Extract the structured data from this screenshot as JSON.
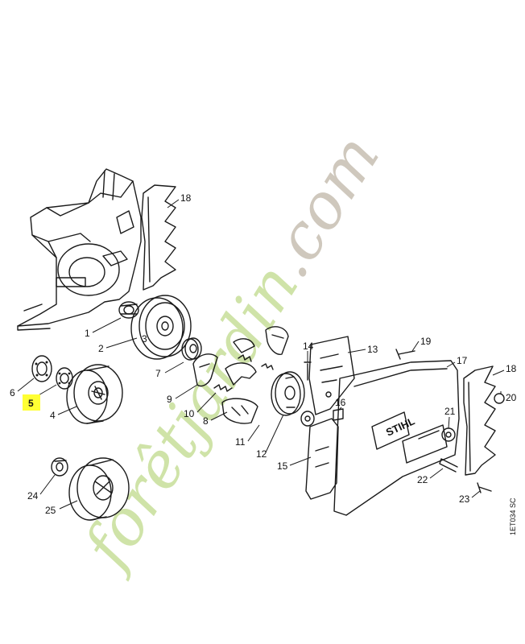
{
  "callouts": [
    {
      "id": "c18a",
      "text": "18"
    },
    {
      "id": "c1",
      "text": "1"
    },
    {
      "id": "c2",
      "text": "2"
    },
    {
      "id": "c3",
      "text": "3"
    },
    {
      "id": "c6",
      "text": "6"
    },
    {
      "id": "c5",
      "text": "5"
    },
    {
      "id": "c4",
      "text": "4"
    },
    {
      "id": "c7",
      "text": "7"
    },
    {
      "id": "c9",
      "text": "9"
    },
    {
      "id": "c10",
      "text": "10"
    },
    {
      "id": "c8",
      "text": "8"
    },
    {
      "id": "c11",
      "text": "11"
    },
    {
      "id": "c12",
      "text": "12"
    },
    {
      "id": "c14",
      "text": "14"
    },
    {
      "id": "c13",
      "text": "13"
    },
    {
      "id": "c19",
      "text": "19"
    },
    {
      "id": "c17",
      "text": "17"
    },
    {
      "id": "c18b",
      "text": "18"
    },
    {
      "id": "c16",
      "text": "16"
    },
    {
      "id": "c20",
      "text": "20"
    },
    {
      "id": "c21",
      "text": "21"
    },
    {
      "id": "c15",
      "text": "15"
    },
    {
      "id": "c22",
      "text": "22"
    },
    {
      "id": "c23",
      "text": "23"
    },
    {
      "id": "c24",
      "text": "24"
    },
    {
      "id": "c25",
      "text": "25"
    }
  ],
  "highlighted_callout": "5",
  "highlight_color": "#ffff33",
  "brand_label": "STIHL",
  "drawing_code": "1ET034 SC",
  "watermark": {
    "part1": "forêt",
    "part2": "jardin",
    "part3": ".com",
    "color_green": "#cfe3a8",
    "color_orange": "#f5c58a",
    "color_grey": "#cfc8bd"
  }
}
